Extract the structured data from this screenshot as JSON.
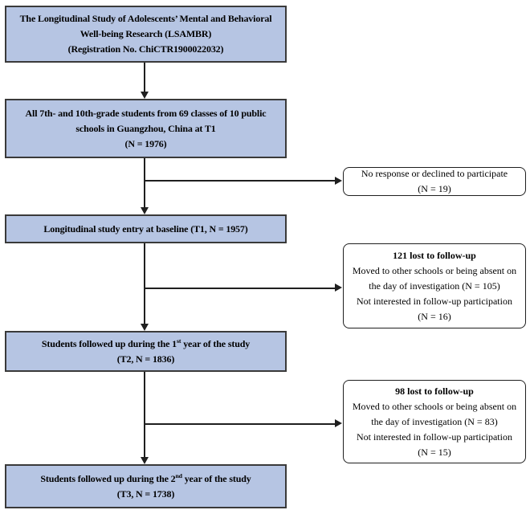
{
  "colors": {
    "box_fill": "#b6c5e3",
    "box_border": "#3a3a3a",
    "side_box_border": "#1f1f1f",
    "arrow": "#1f1f1f",
    "text": "#000000"
  },
  "main_boxes": [
    {
      "name": "study-title",
      "lines": [
        "The Longitudinal Study of Adolescents’ Mental and Behavioral",
        "Well-being Research (LSAMBR)",
        "(Registration No. ChiCTR1900022032)"
      ]
    },
    {
      "name": "cohort",
      "lines": [
        "All 7th- and 10th-grade students from 69 classes of 10 public",
        "schools in Guangzhou, China at T1",
        "(N = 1976)"
      ]
    },
    {
      "name": "baseline",
      "lines": [
        "Longitudinal study entry at baseline (T1, N = 1957)"
      ]
    },
    {
      "name": "followup-year1",
      "line1_pre": "Students followed up during the 1",
      "line1_sup": "st",
      "line1_post": " year of the study",
      "line2": "(T2, N = 1836)"
    },
    {
      "name": "followup-year2",
      "line1_pre": "Students followed up during the 2",
      "line1_sup": "nd",
      "line1_post": " year of the study",
      "line2": "(T3, N = 1738)"
    }
  ],
  "side_boxes": [
    {
      "name": "no-response",
      "lines": [
        "No response or declined to participate",
        "(N = 19)"
      ]
    },
    {
      "name": "lost-to-followup-1",
      "bold_line": "121 lost to follow-up",
      "lines": [
        "Moved to other schools or being absent on",
        "the day of investigation (N = 105)",
        "Not interested in follow-up participation",
        "(N = 16)"
      ]
    },
    {
      "name": "lost-to-followup-2",
      "bold_line": "98 lost to follow-up",
      "lines": [
        "Moved to other schools or being absent on",
        "the day of investigation (N = 83)",
        "Not interested in follow-up participation",
        "(N = 15)"
      ]
    }
  ]
}
